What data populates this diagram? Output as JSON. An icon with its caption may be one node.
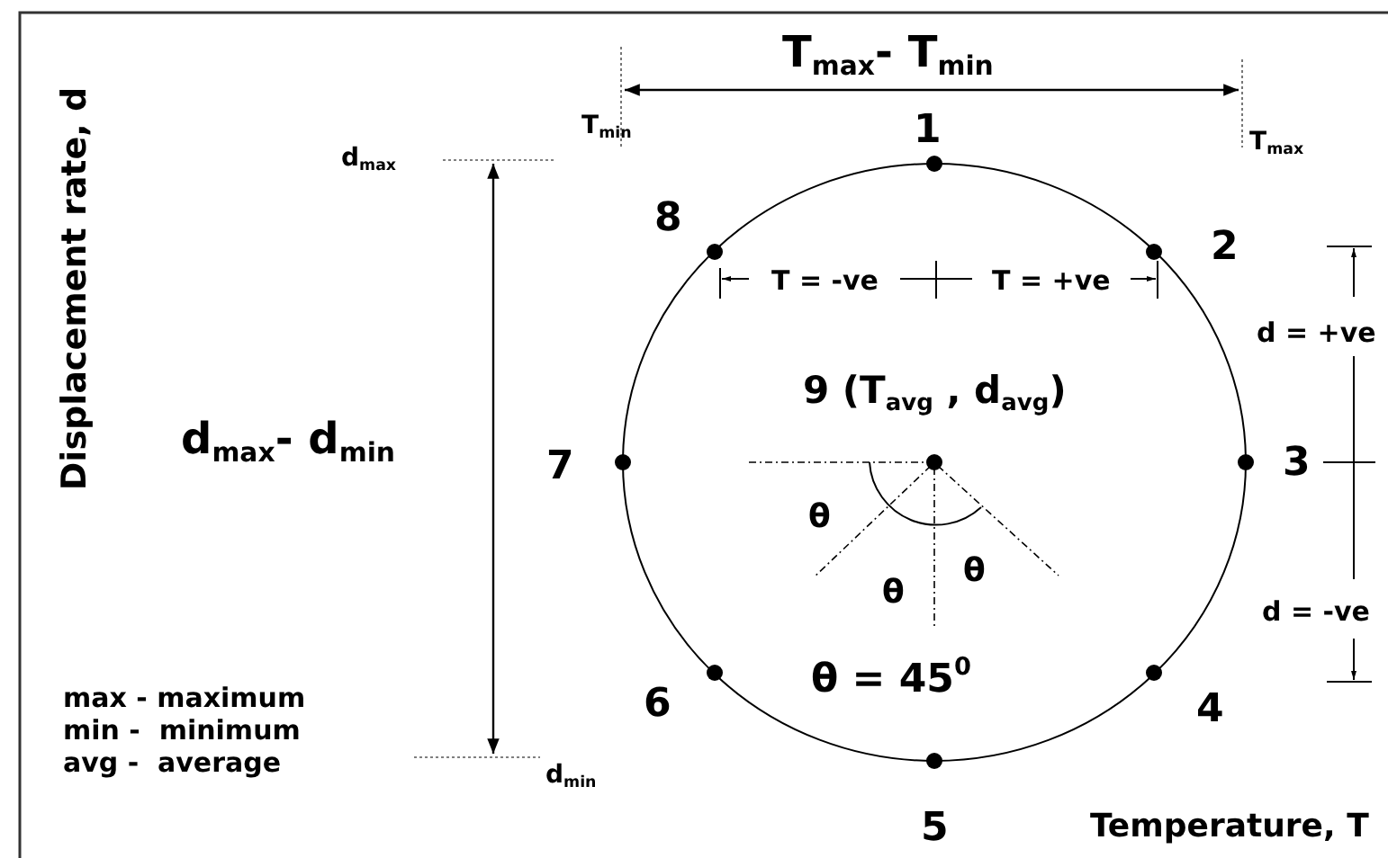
{
  "diagram": {
    "labels": [
      "T$_{max}$- T$_{min}$",
      "T$_{min}$",
      "1",
      "T$_{max}$",
      "d$_{max}$",
      "8",
      "2",
      "T = -ve",
      "T = +ve",
      "d = +ve",
      "d$_{max}$- d$_{min}$",
      "9 (T$_{avg}$ , d$_{avg}$)",
      "7",
      "3",
      "θ",
      "θ",
      "θ",
      "d = -ve",
      "θ = 45$^{0}$",
      "max - maximum",
      "6",
      "4",
      "min -  minimum",
      "avg -  average",
      "d$_{min}$",
      "5",
      "Temperature, T",
      "Displacement rate, d"
    ]
  }
}
